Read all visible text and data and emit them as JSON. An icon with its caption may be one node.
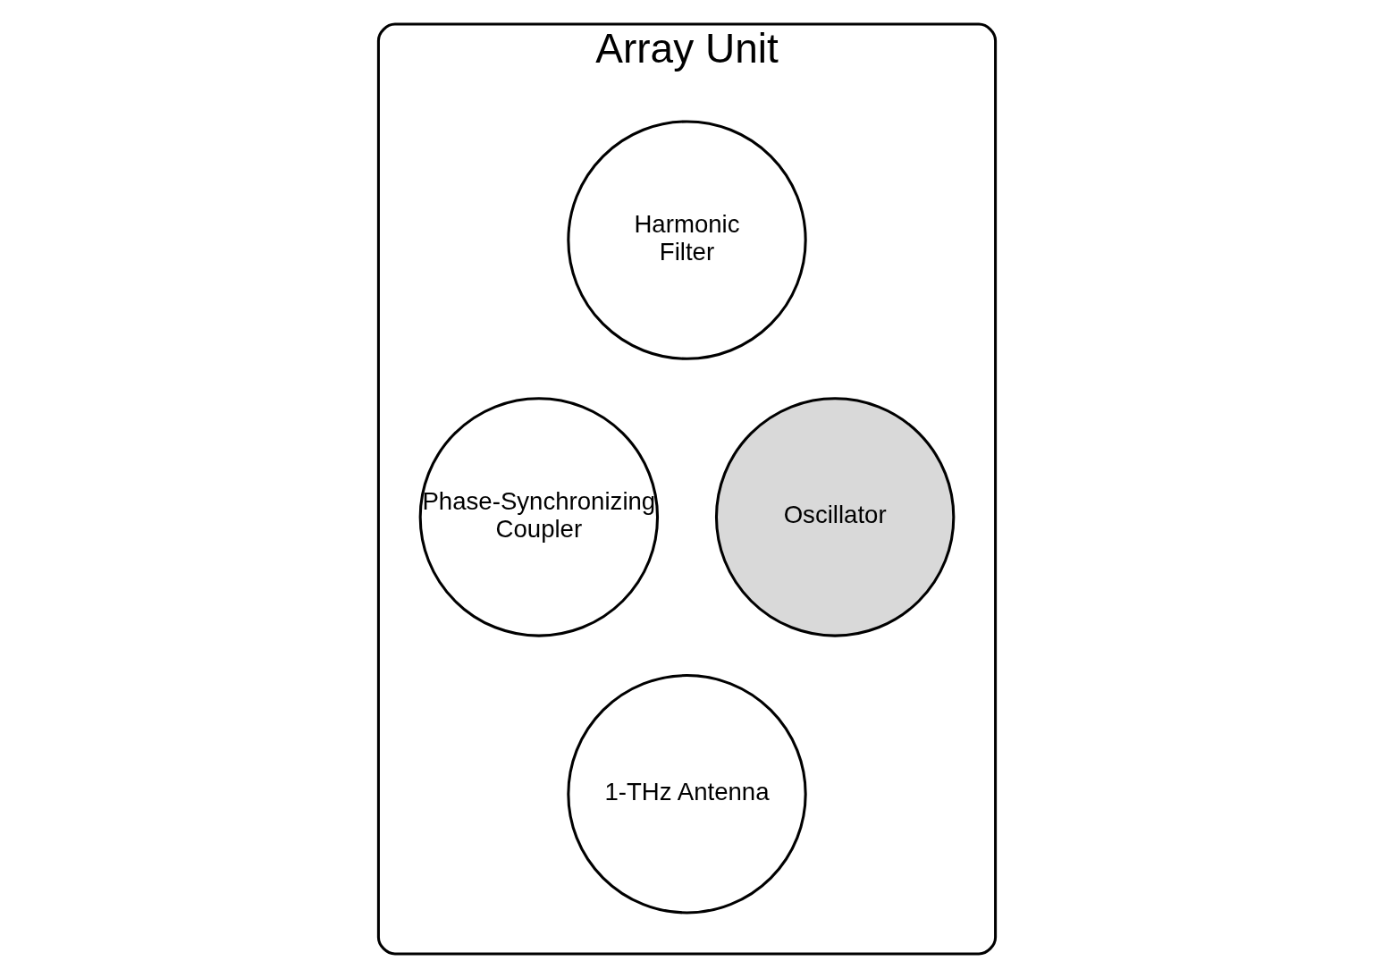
{
  "diagram": {
    "nodes": [
      {
        "text": [
          "Array Unit"
        ]
      },
      {
        "text": [
          "Harmonic Filter"
        ],
        "in": 0
      },
      {
        "text": [
          "Phase-Synchronizing Coupler"
        ],
        "in": 0
      },
      {
        "text": [
          "Oscillator"
        ],
        "in": 0
      },
      {
        "text": [
          "1-THz Antenna"
        ],
        "in": 0
      }
    ],
    "edges": []
  }
}
